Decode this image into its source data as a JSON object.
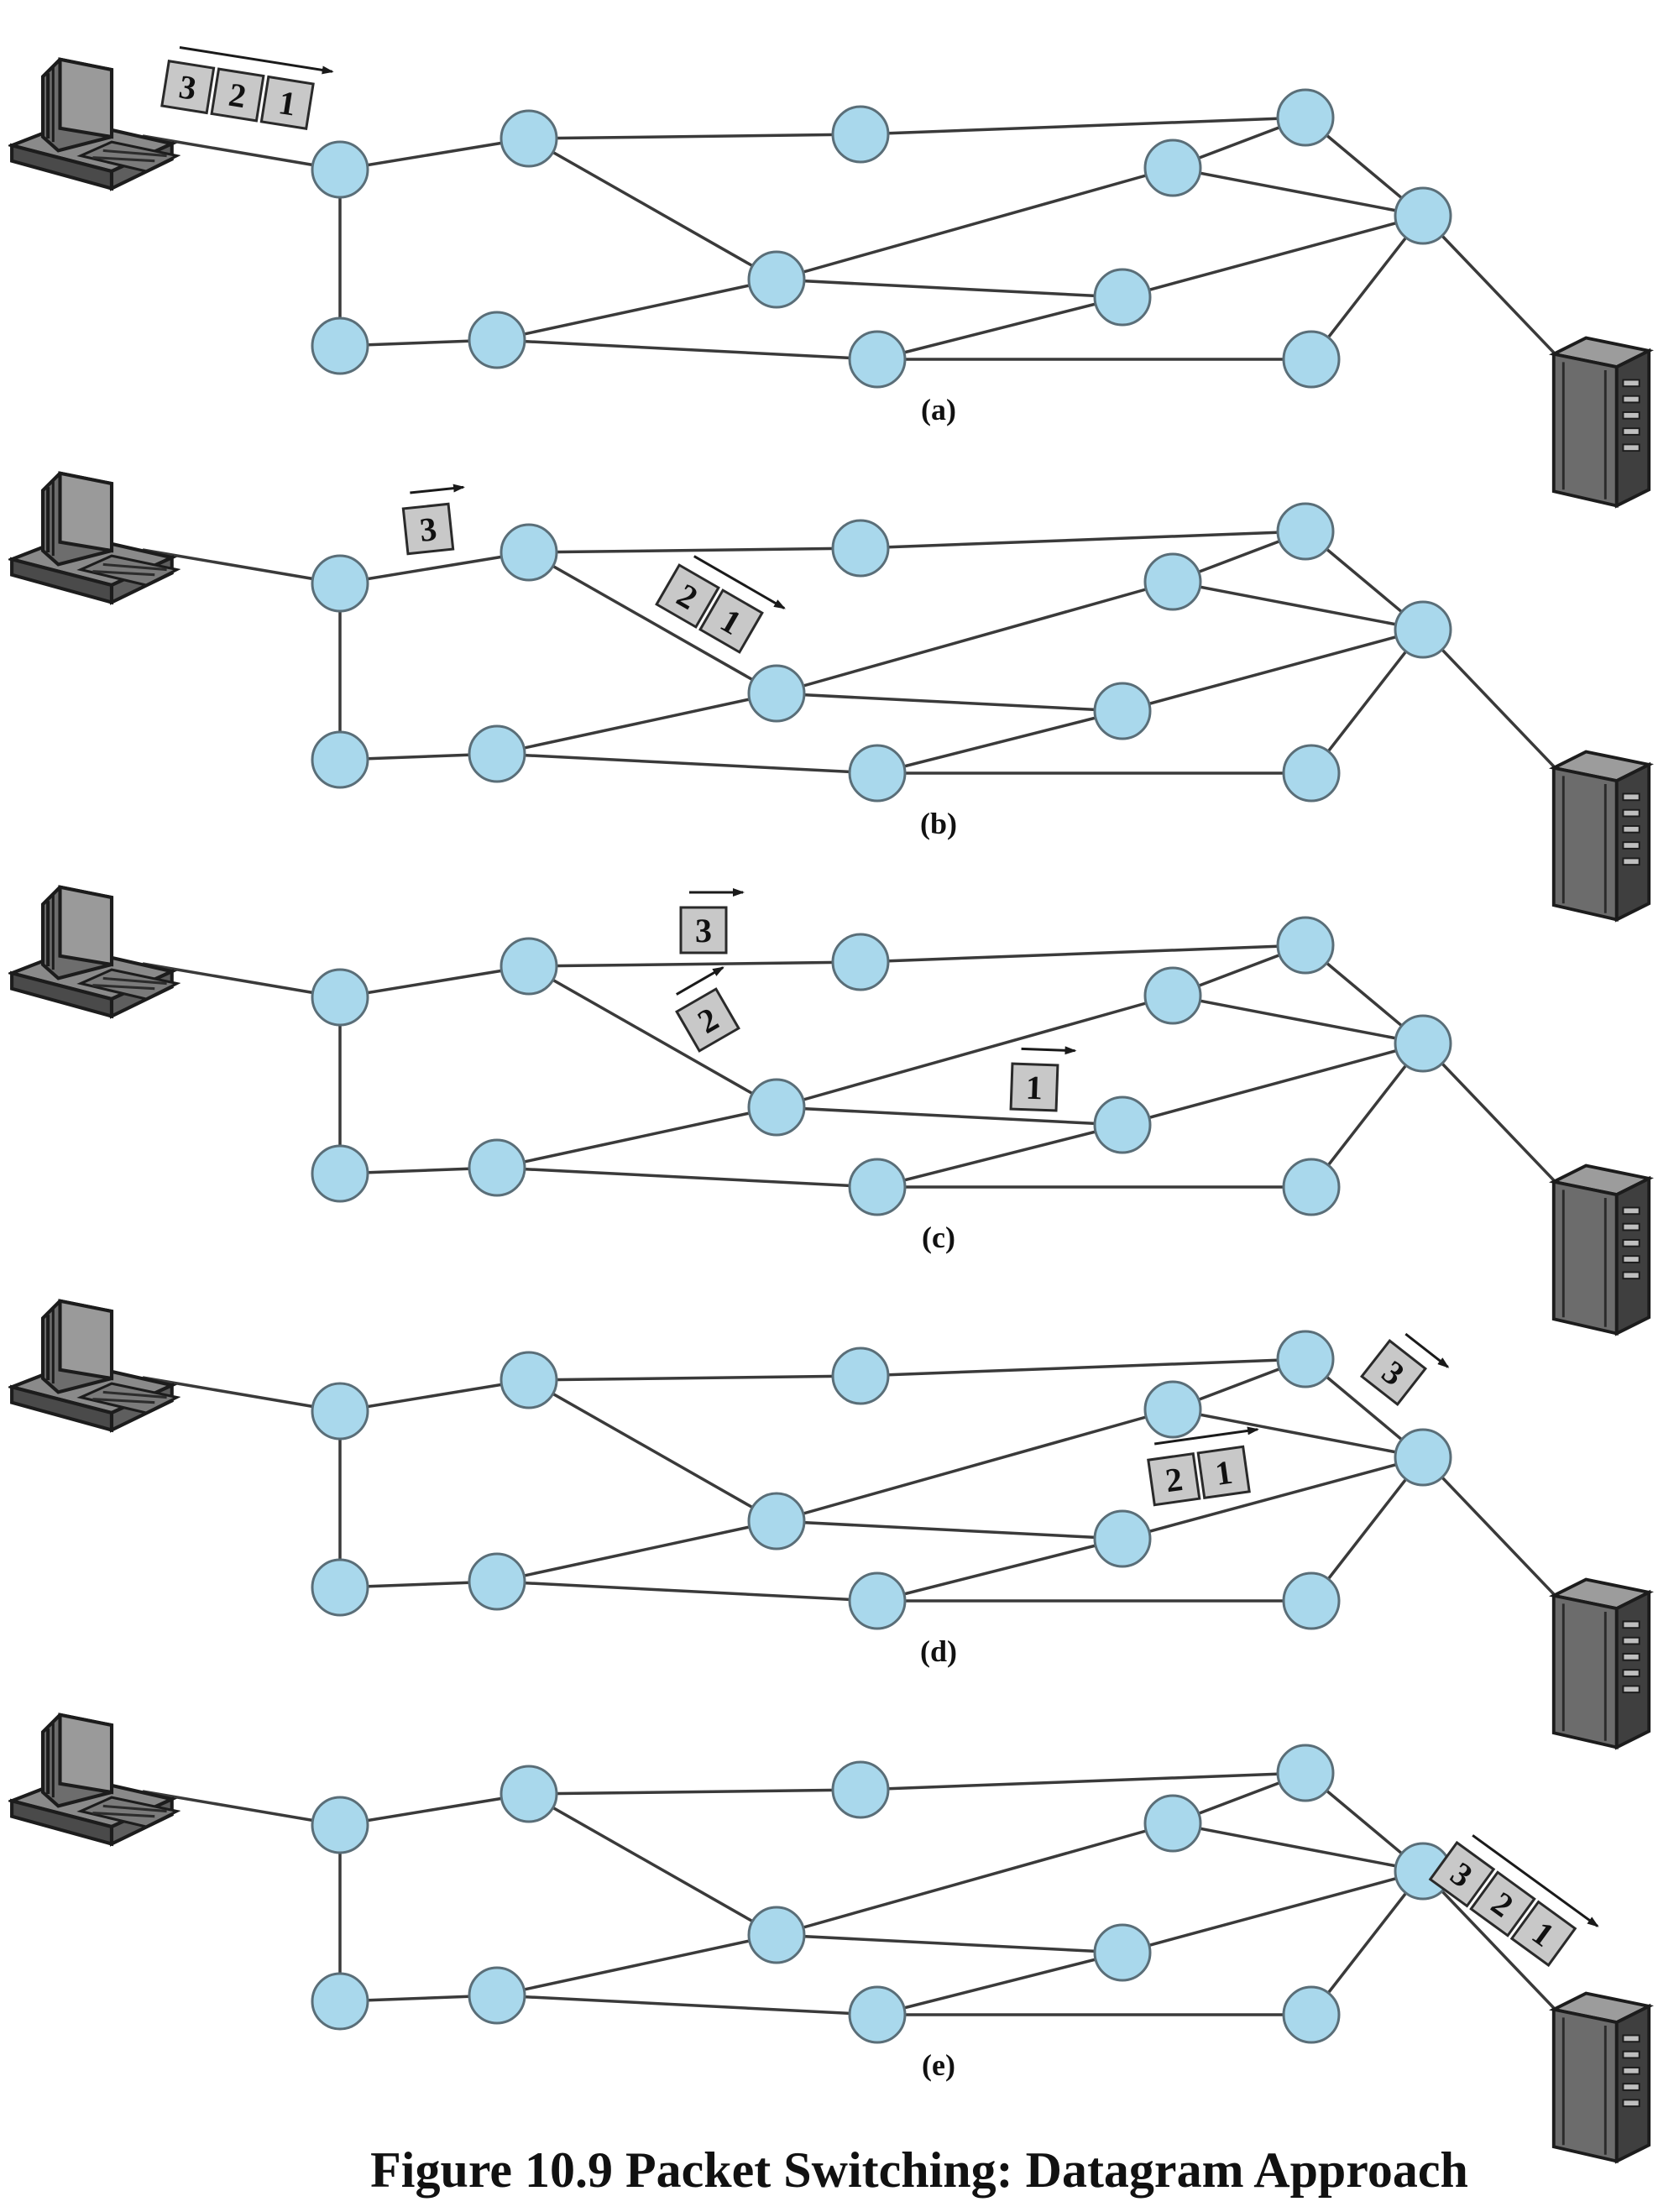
{
  "figure": {
    "caption": "Figure 10.9  Packet Switching: Datagram Approach"
  },
  "icons": {
    "source": "desktop-computer-icon",
    "destination": "server-tower-icon"
  },
  "colors": {
    "node_fill": "#a9d8ec",
    "packet_fill": "#c8c8c8",
    "link": "#3a3a3a"
  },
  "network": {
    "nodes": [
      "n1",
      "n2",
      "n3",
      "n4",
      "n5",
      "n6",
      "n7",
      "n8",
      "n9",
      "n10",
      "n11",
      "n12"
    ],
    "links": [
      [
        "n1",
        "n2"
      ],
      [
        "n1",
        "n3"
      ],
      [
        "n2",
        "n4"
      ],
      [
        "n2",
        "n6"
      ],
      [
        "n3",
        "n5"
      ],
      [
        "n4",
        "n7"
      ],
      [
        "n5",
        "n6"
      ],
      [
        "n5",
        "n9"
      ],
      [
        "n6",
        "n8"
      ],
      [
        "n6",
        "n10"
      ],
      [
        "n7",
        "n11"
      ],
      [
        "n8",
        "n11"
      ],
      [
        "n8",
        "n7"
      ],
      [
        "n9",
        "n10"
      ],
      [
        "n9",
        "n12"
      ],
      [
        "n10",
        "n11"
      ],
      [
        "n12",
        "n11"
      ]
    ],
    "source_attach": "n1",
    "destination_attach": "n11"
  },
  "panels": [
    {
      "label": "(a)",
      "groups": [
        {
          "location": "source-to-n1",
          "packets": [
            "3",
            "2",
            "1"
          ]
        }
      ]
    },
    {
      "label": "(b)",
      "groups": [
        {
          "location": "n1-to-n2",
          "packets": [
            "3"
          ]
        },
        {
          "location": "n2-to-n6",
          "packets": [
            "2",
            "1"
          ]
        }
      ]
    },
    {
      "label": "(c)",
      "groups": [
        {
          "location": "n2-to-n4",
          "packets": [
            "3"
          ]
        },
        {
          "location": "n2-to-n6",
          "packets": [
            "2"
          ]
        },
        {
          "location": "n6-to-n10",
          "packets": [
            "1"
          ]
        }
      ]
    },
    {
      "label": "(d)",
      "groups": [
        {
          "location": "n7-to-n11",
          "packets": [
            "3"
          ]
        },
        {
          "location": "n10-to-n11",
          "packets": [
            "2",
            "1"
          ]
        }
      ]
    },
    {
      "label": "(e)",
      "groups": [
        {
          "location": "n11-to-destination",
          "packets": [
            "3",
            "2",
            "1"
          ]
        }
      ]
    }
  ]
}
